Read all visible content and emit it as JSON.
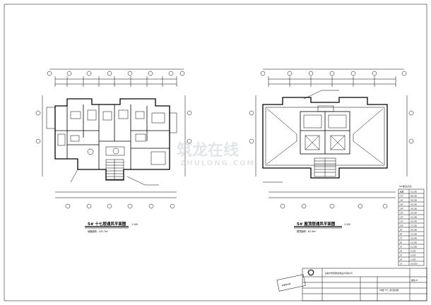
{
  "plan_left": {
    "title": "5# 十七层通风平面图",
    "scale": "1:100",
    "note": "地面面积：241.7m²"
  },
  "plan_right": {
    "title": "5# 屋顶层通风平面图",
    "scale": "1:100",
    "note": "屋顶面积：62.3m²"
  },
  "table": {
    "title": "5# 楼层标高表",
    "rows": [
      "屋面",
      "17F",
      "16F",
      "15F",
      "14F",
      "13F",
      "12F",
      "11F",
      "10F",
      "9F",
      "8F",
      "7F",
      "6F",
      "5F",
      "4F",
      "3F",
      "2F",
      "1F"
    ],
    "values": [
      "51.200",
      "48.200",
      "45.200",
      "42.200",
      "39.200",
      "36.200",
      "33.200",
      "30.200",
      "27.200",
      "24.200",
      "21.200",
      "18.200",
      "15.200",
      "12.200",
      "9.200",
      "6.200",
      "3.200",
      "±0.000"
    ]
  },
  "titleblock": {
    "company": "深圳市华阳国际建筑设计有限公司",
    "project": "5#楼 十七~屋顶层通风",
    "drawing_no": "暖施-07",
    "stamp": "出图专用章"
  },
  "watermark": {
    "text1": "筑龙在线",
    "text2": "ZHULONG.COM"
  }
}
